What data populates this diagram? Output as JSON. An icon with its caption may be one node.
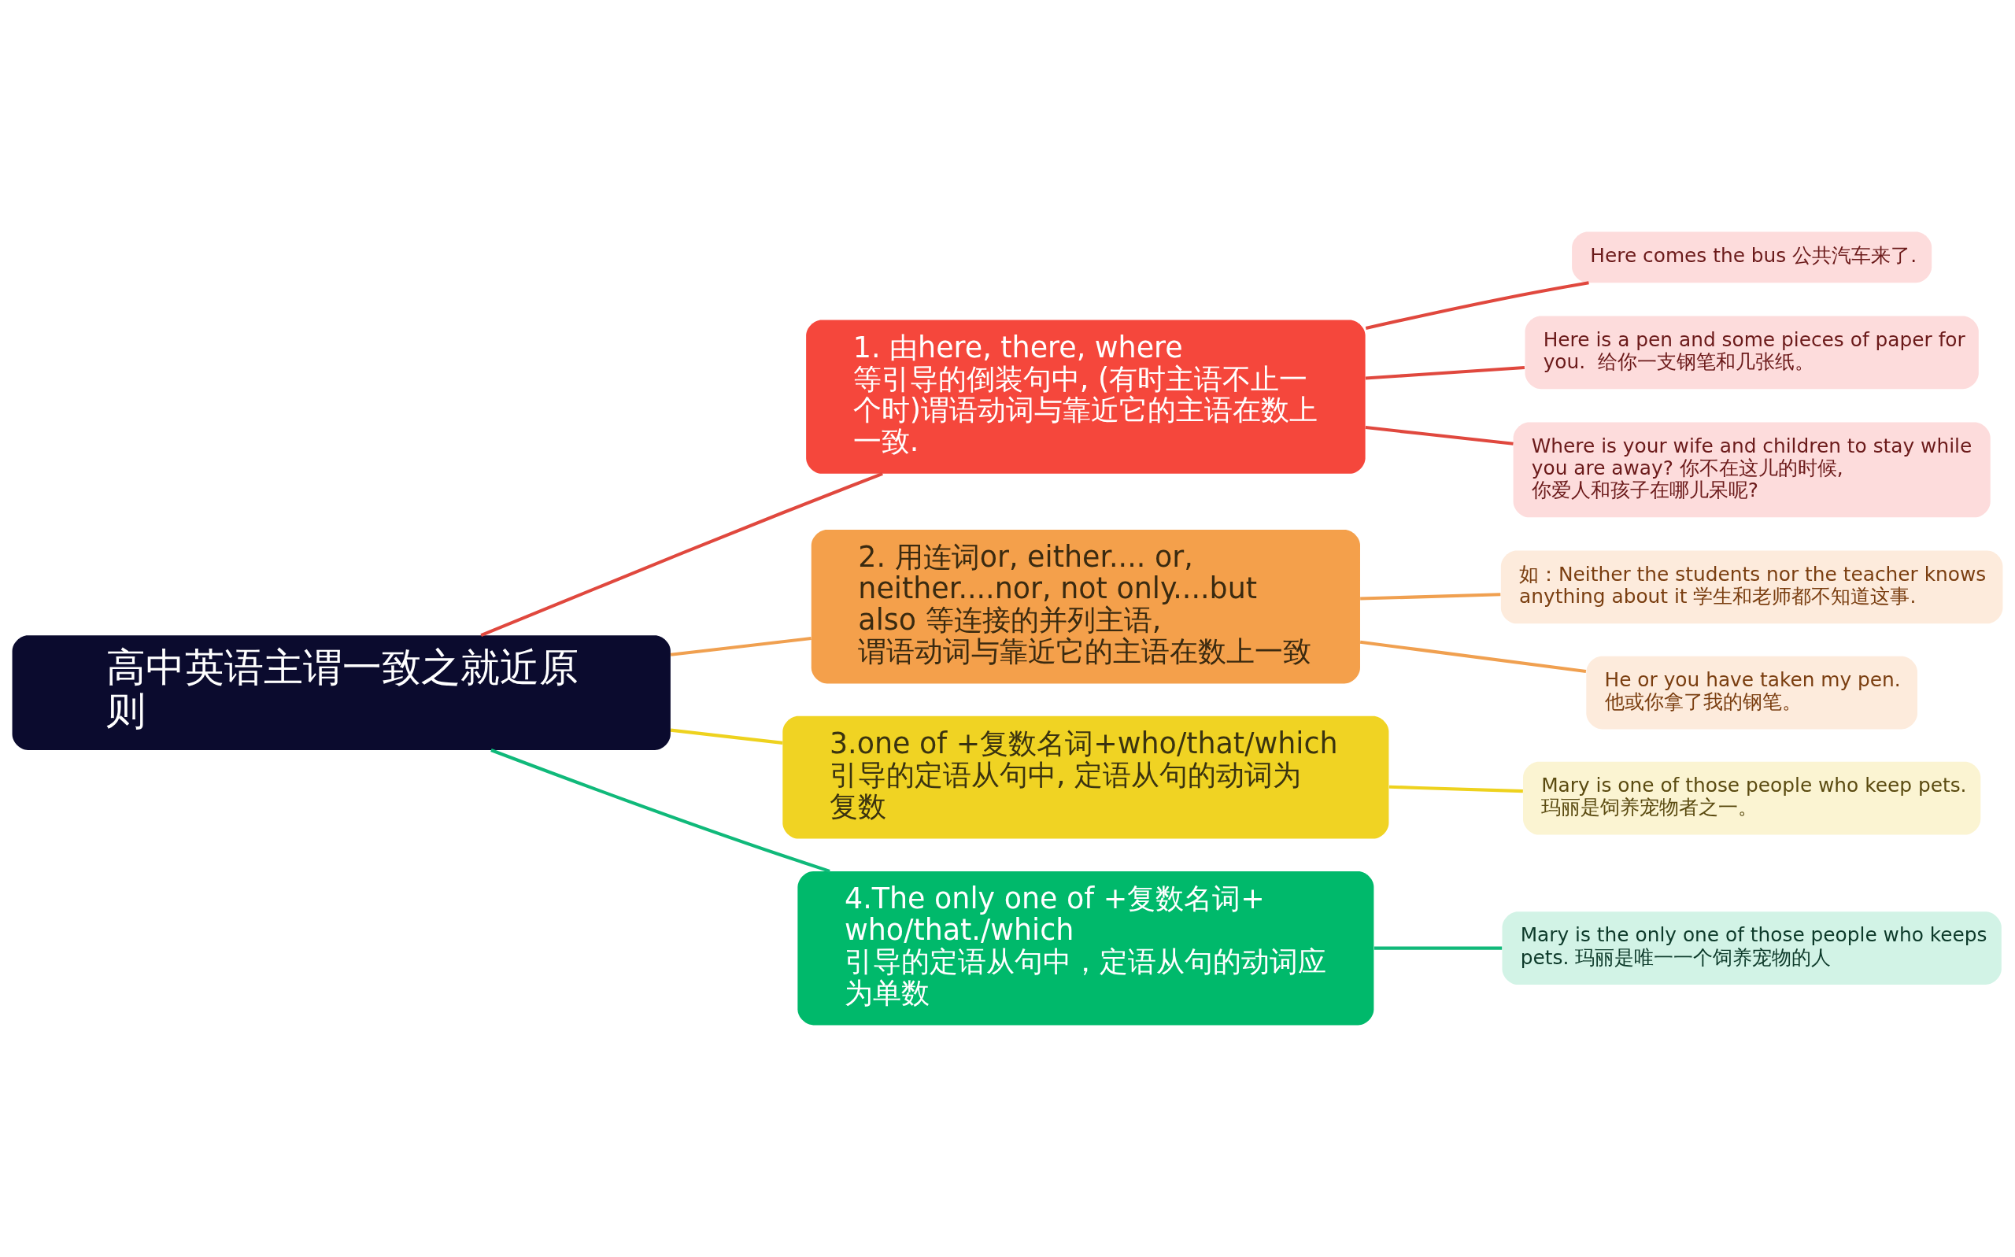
{
  "diagram": {
    "nodes": [
      {
        "text": [
          "高中英语主谓一致之就近原则"
        ]
      },
      {
        "text": [
          "1. 由here, there, where 等引导的倒装句中, (有时主语不止一个时)谓语动词与靠近它的主语在数上一致."
        ]
      },
      {
        "text": [
          "Here comes the bus 公共汽车来了."
        ]
      },
      {
        "text": [
          "Here is a pen and some pieces of paper for you.  给你一支钢笔和几张纸。"
        ]
      },
      {
        "text": [
          "Where is your wife and children to stay while you are away? 你不在这儿的时候, 你爱人和孩子在哪儿呆呢?"
        ]
      },
      {
        "text": [
          "2. 用连词or, either.... or, neither....nor, not only....but also 等连接的并列主语, 谓语动词与靠近它的主语在数上一致"
        ]
      },
      {
        "text": [
          "如：Neither the students nor the teacher knows anything about it 学生和老师都不知道这事."
        ]
      },
      {
        "text": [
          "He or you have taken my pen. 他或你拿了我的钢笔。"
        ]
      },
      {
        "text": [
          "3.one of +复数名词+who/that/which 引导的定语从句中, 定语从句的动词为复数"
        ]
      },
      {
        "text": [
          "Mary is one of those people who keep pets. 玛丽是饲养宠物者之一。"
        ]
      },
      {
        "text": [
          "4.The only one of +复数名词+ who/that./which 引导的定语从句中，定语从句的动词应为单数"
        ]
      },
      {
        "text": [
          "Mary is the only one of those people who keeps pets. 玛丽是唯一一个饲养宠物的人"
        ]
      }
    ],
    "edges": [
      {
        "from": 0,
        "to": 1,
        "arrow": "none",
        "color": "#e0483e"
      },
      {
        "from": 1,
        "to": 2,
        "arrow": "none",
        "color": "#e0483e"
      },
      {
        "from": 1,
        "to": 3,
        "arrow": "none",
        "color": "#e0483e"
      },
      {
        "from": 1,
        "to": 4,
        "arrow": "none",
        "color": "#e0483e"
      },
      {
        "from": 0,
        "to": 5,
        "arrow": "none",
        "color": "#f0a050"
      },
      {
        "from": 5,
        "to": 6,
        "arrow": "none",
        "color": "#f0a050"
      },
      {
        "from": 5,
        "to": 7,
        "arrow": "none",
        "color": "#f0a050"
      },
      {
        "from": 0,
        "to": 8,
        "arrow": "none",
        "color": "#eed21e"
      },
      {
        "from": 8,
        "to": 9,
        "arrow": "none",
        "color": "#eed21e"
      },
      {
        "from": 0,
        "to": 10,
        "arrow": "none",
        "color": "#10b97a"
      },
      {
        "from": 10,
        "to": 11,
        "arrow": "none",
        "color": "#10b97a"
      }
    ]
  }
}
